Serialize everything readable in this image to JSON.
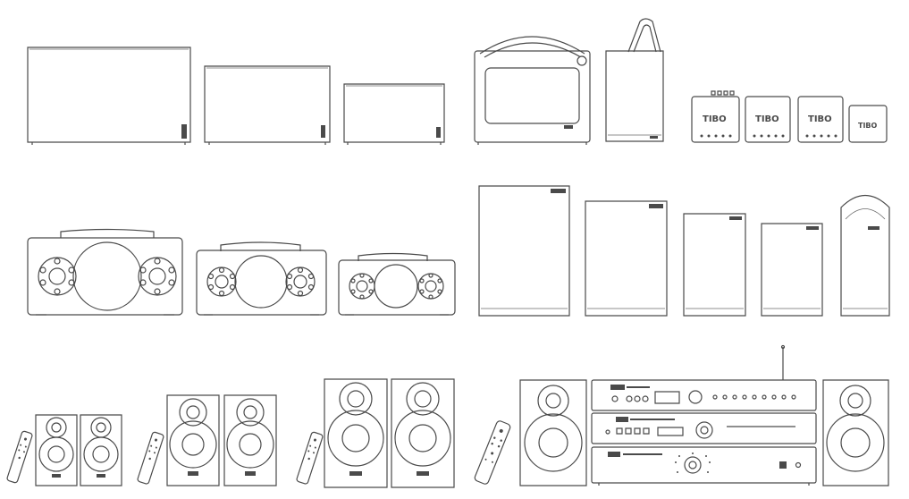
{
  "brand": {
    "logo_text": "TIBO"
  },
  "products": [
    {
      "id": "soundbar-large",
      "group": "box-speakers"
    },
    {
      "id": "soundbar-medium",
      "group": "box-speakers"
    },
    {
      "id": "soundbar-small",
      "group": "box-speakers"
    },
    {
      "id": "handle-radio",
      "group": "portables"
    },
    {
      "id": "tall-strap-speaker",
      "group": "portables"
    },
    {
      "id": "cube-1",
      "group": "cubes"
    },
    {
      "id": "cube-2",
      "group": "cubes"
    },
    {
      "id": "cube-3",
      "group": "cubes"
    },
    {
      "id": "cube-4",
      "group": "cubes"
    },
    {
      "id": "boombox-large",
      "group": "boomboxes"
    },
    {
      "id": "boombox-medium",
      "group": "boomboxes"
    },
    {
      "id": "boombox-small",
      "group": "boomboxes"
    },
    {
      "id": "tower-1",
      "group": "towers"
    },
    {
      "id": "tower-2",
      "group": "towers"
    },
    {
      "id": "tower-3",
      "group": "towers"
    },
    {
      "id": "tower-4",
      "group": "towers"
    },
    {
      "id": "tower-arched",
      "group": "towers"
    },
    {
      "id": "bookshelf-pair-small",
      "group": "bookshelf"
    },
    {
      "id": "bookshelf-pair-medium",
      "group": "bookshelf"
    },
    {
      "id": "bookshelf-pair-large",
      "group": "bookshelf"
    },
    {
      "id": "hifi-system",
      "group": "hifi"
    }
  ]
}
